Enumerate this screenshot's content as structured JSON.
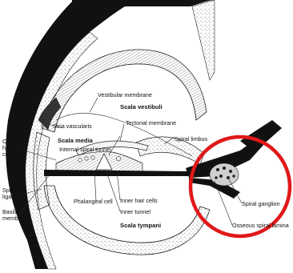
{
  "labels": {
    "vestibular_membrane": "Vestibular membrane",
    "scala_vestibuli": "Scala vestibuli",
    "stria_vascularis": "Stria vascularis",
    "tectorial_membrane": "Tectorial membrane",
    "scala_media": "Scala media",
    "internal_spiral_tunnel": "Internal spiral tunnel",
    "spiral_limbus": "Spiral limbus",
    "outer": "Outer",
    "hair": "hair",
    "cells": "cells",
    "spiral": "Spiral",
    "ligament": "ligament",
    "basilar": "Basilar",
    "membrane": "membrane",
    "phalangeal_cell": "Phalangeal cell",
    "inner_hair_cells": "Inner hair cells",
    "inner_tunnel": "Inner tunnel",
    "scala_tympani": "Scala tympani",
    "spiral_ganglion": "Spiral ganglion",
    "osseous_spiral_lamina": "Osseous spiral lamina"
  },
  "colors": {
    "highlight_circle": "#e01818",
    "ink": "#111111"
  }
}
